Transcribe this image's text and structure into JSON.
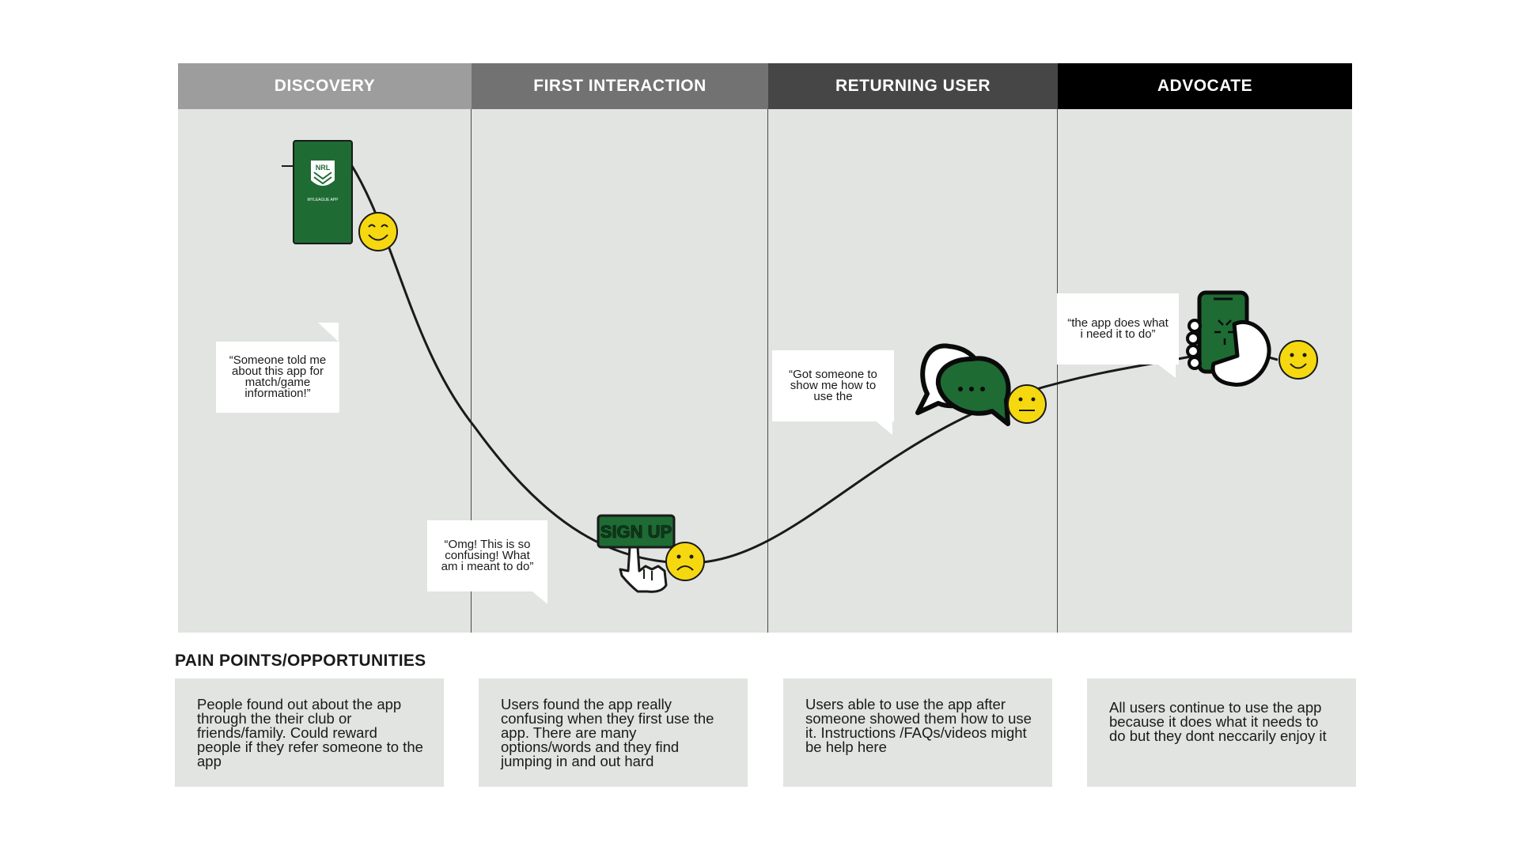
{
  "phases": [
    {
      "label": "DISCOVERY",
      "color": "#9d9d9d"
    },
    {
      "label": "FIRST INTERACTION",
      "color": "#727272"
    },
    {
      "label": "RETURNING USER",
      "color": "#464646"
    },
    {
      "label": "ADVOCATE",
      "color": "#000000"
    }
  ],
  "app_icon": {
    "badge": "NRL",
    "caption": "MYLEAGUE APP"
  },
  "sign_up_label": "SIGN UP",
  "quotes": {
    "discovery": "“Someone told me about this app for match/game information!”",
    "first_interaction": "“Omg! This is so confusing! What am i meant to do”",
    "returning_user": "“Got someone to show me how to use the",
    "advocate": "“the app does what i need it to do”"
  },
  "emotions": [
    "happy",
    "sad",
    "neutral",
    "happy"
  ],
  "pain_points": {
    "title": "PAIN POINTS/OPPORTUNITIES",
    "items": [
      "People found out about the app through the their club or friends/family. Could reward people if they refer someone to the app",
      "Users found the app really confusing when they first use the app. There are many options/words and they find jumping in and out hard",
      "Users able to use the app after someone showed them how to use it. Instructions /FAQs/videos might be help here",
      "All users continue to use the app because it does what it needs to do but they dont neccarily enjoy it"
    ]
  },
  "colors": {
    "brand_green": "#1e6b34",
    "emoji_yellow": "#f5d80f",
    "panel": "#e1e4e1"
  }
}
